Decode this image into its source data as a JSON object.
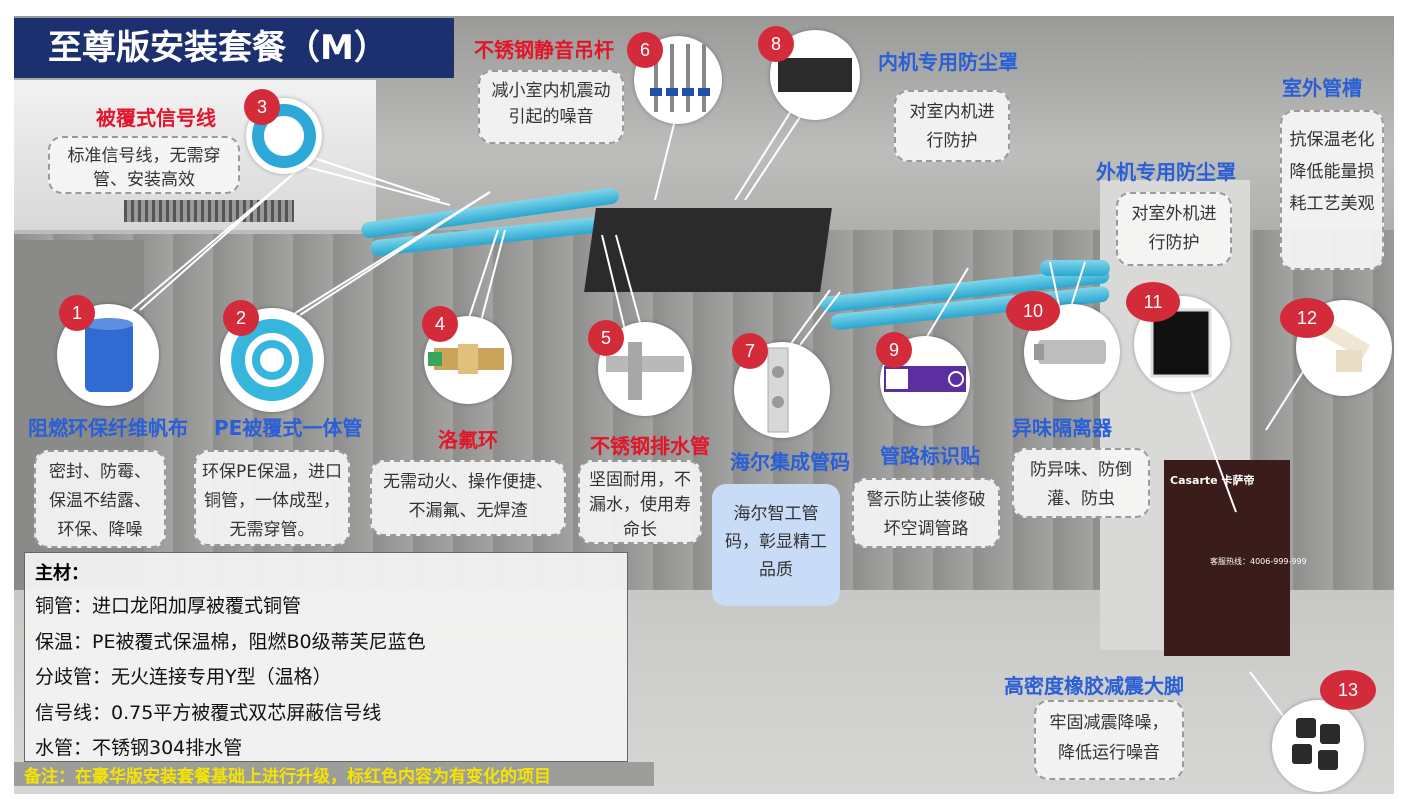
{
  "title": "至尊版安装套餐（M）",
  "items": [
    {
      "num": "1",
      "label": "阻燃环保纤维帆布",
      "desc": "密封、防霉、保温不结露、环保、降噪"
    },
    {
      "num": "2",
      "label": "PE被覆式一体管",
      "desc": "环保PE保温，进口铜管，一体成型，无需穿管。"
    },
    {
      "num": "3",
      "label": "被覆式信号线",
      "desc": "标准信号线，无需穿管、安装高效"
    },
    {
      "num": "4",
      "label": "洛氟环",
      "desc": "无需动火、操作便捷、不漏氟、无焊渣"
    },
    {
      "num": "5",
      "label": "不锈钢排水管",
      "desc": "坚固耐用，不漏水，使用寿命长"
    },
    {
      "num": "6",
      "label": "不锈钢静音吊杆",
      "desc": "减小室内机震动引起的噪音"
    },
    {
      "num": "7",
      "label": "海尔集成管码",
      "desc": "海尔智工管码，彰显精工品质"
    },
    {
      "num": "8",
      "label": "内机专用防尘罩",
      "desc": "对室内机进行防护"
    },
    {
      "num": "9",
      "label": "管路标识贴",
      "desc": "警示防止装修破坏空调管路"
    },
    {
      "num": "10",
      "label": "异味隔离器",
      "desc": "防异味、防倒灌、防虫"
    },
    {
      "num": "11",
      "label": "外机专用防尘罩",
      "desc": "对室外机进行防护"
    },
    {
      "num": "12",
      "label": "室外管槽",
      "desc": "抗保温老化降低能量损耗工艺美观"
    },
    {
      "num": "13",
      "label": "高密度橡胶减震大脚",
      "desc": "牢固减震降噪，降低运行噪音"
    }
  ],
  "materials": {
    "heading": "主材：",
    "lines": [
      "铜管：进口龙阳加厚被覆式铜管",
      "保温：PE被覆式保温棉，阻燃B0级蒂芙尼蓝色",
      "分歧管：无火连接专用Y型（温格）",
      "信号线：0.75平方被覆式双芯屏蔽信号线",
      "水管：不锈钢304排水管"
    ]
  },
  "note": "备注：在豪华版安装套餐基础上进行升级，标红色内容为有变化的项目",
  "unit_brand": "Casarte 卡萨帝",
  "unit_phone": "客服热线：4006-999-999",
  "colors": {
    "title_bg": "#1c2f6e",
    "red_label": "#e3152a",
    "blue_label": "#2a5fd6",
    "badge": "#d42b3a",
    "note": "#f5e400"
  }
}
